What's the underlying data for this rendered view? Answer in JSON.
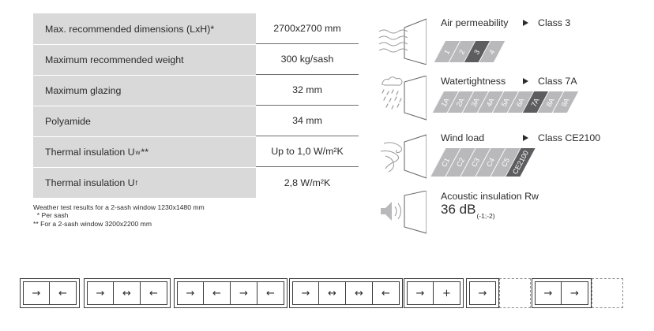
{
  "specs": [
    {
      "label": "Max. recommended dimensions (LxH)*",
      "value": "2700x2700 mm"
    },
    {
      "label": "Maximum recommended weight",
      "value": "300 kg/sash"
    },
    {
      "label": "Maximum glazing",
      "value": "32 mm"
    },
    {
      "label": "Polyamide",
      "value": "34 mm"
    },
    {
      "label_main": "Thermal insulation U",
      "label_sub": "w",
      "label_suffix": "**",
      "value": "Up to 1,0 W/m²K"
    },
    {
      "label_main": "Thermal insulation U",
      "label_sub": "f",
      "value": "2,8 W/m²K"
    }
  ],
  "notes": [
    "Weather test results for a 2-sash window 1230x1480 mm",
    "  * Per sash",
    "** For a 2-sash window 3200x2200 mm"
  ],
  "performance": {
    "air": {
      "title": "Air permeability",
      "class": "Class 3",
      "icon": "air-permeability-icon",
      "scale": [
        "1",
        "2",
        "3",
        "4"
      ],
      "active": "3"
    },
    "water": {
      "title": "Watertightness",
      "class": "Class 7A",
      "icon": "watertightness-icon",
      "scale": [
        "1A",
        "2A",
        "3A",
        "4A",
        "5A",
        "6A",
        "7A",
        "8A",
        "9A"
      ],
      "active": "7A"
    },
    "wind": {
      "title": "Wind load",
      "class": "Class CE2100",
      "icon": "wind-load-icon",
      "scale": [
        "C1",
        "C2",
        "C3",
        "C4",
        "C5",
        "CE2100"
      ],
      "active": "CE2100"
    },
    "acoustic": {
      "title": "Acoustic insulation Rw",
      "value_main": "36 dB",
      "value_sub": "(-1;-2)",
      "icon": "speaker-icon"
    }
  },
  "configurations": [
    [
      "→",
      "←"
    ],
    [
      "→",
      "↔",
      "←"
    ],
    [
      "→",
      "←",
      "→",
      "←"
    ],
    [
      "→",
      "↔",
      "↔",
      "←"
    ],
    [
      "→",
      "+"
    ],
    [
      "→",
      ""
    ],
    [
      "→",
      "→",
      ""
    ]
  ],
  "colors": {
    "label_bg": "#d9d9da",
    "scale_off": "#b9b9bb",
    "scale_on": "#5d5d60",
    "text": "#2b2b2b"
  }
}
